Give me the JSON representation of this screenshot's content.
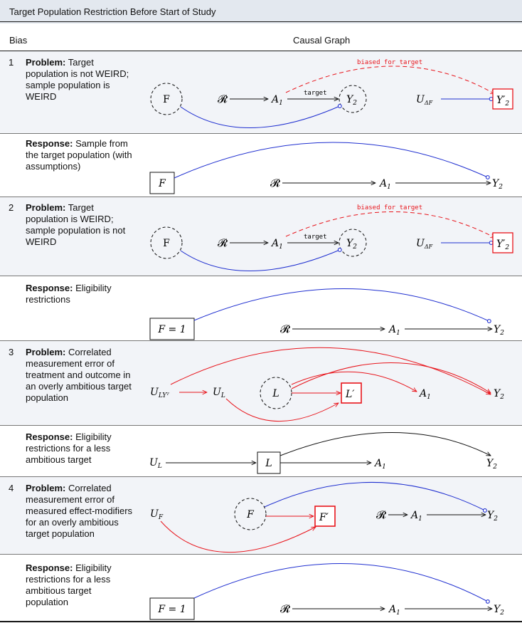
{
  "caption": "Target Population Restriction Before Start of Study",
  "headers": {
    "bias": "Bias",
    "graph": "Causal Graph"
  },
  "rows": [
    {
      "num": "1",
      "problem_label": "Problem:",
      "problem_text": "Target population is not WEIRD; sample population is WEIRD",
      "response_label": "Response:",
      "response_text": "Sample from the target population (with assumptions)"
    },
    {
      "num": "2",
      "problem_label": "Problem:",
      "problem_text": "Target population is WEIRD; sample population is not WEIRD",
      "response_label": "Response:",
      "response_text": "Eligibility restrictions"
    },
    {
      "num": "3",
      "problem_label": "Problem:",
      "problem_text": "Correlated measurement error of treatment and outcome in an overly ambitious target population",
      "response_label": "Response:",
      "response_text": "Eligibility restrictions for a less ambitious target"
    },
    {
      "num": "4",
      "problem_label": "Problem:",
      "problem_text": "Correlated measurement error of measured effect-modifiers for an overly ambitious target population",
      "response_label": "Response:",
      "response_text": "Eligibility restrictions for a less ambitious target population"
    }
  ],
  "edge_labels": {
    "biased": "biased for target",
    "target": "target"
  },
  "nodes": {
    "F": "F",
    "R": "𝓡",
    "A1": "A",
    "A1_sub": "1",
    "Y2": "Y",
    "Y2_sub": "2",
    "Y2p": "Y′",
    "U_dF": "U",
    "U_dF_sub": "ΔF",
    "F1": "F = 1",
    "U_LYT": "U",
    "U_LYT_sub": "LYᵀ",
    "U_L": "U",
    "U_L_sub": "L",
    "L": "L",
    "Lp": "L′",
    "U_F": "U",
    "U_F_sub": "F",
    "Fp": "F′"
  },
  "colors": {
    "blue": "#1f2fd0",
    "red": "#e8141b",
    "header_band": "#e3e8ef",
    "row_band": "#f2f4f8"
  }
}
